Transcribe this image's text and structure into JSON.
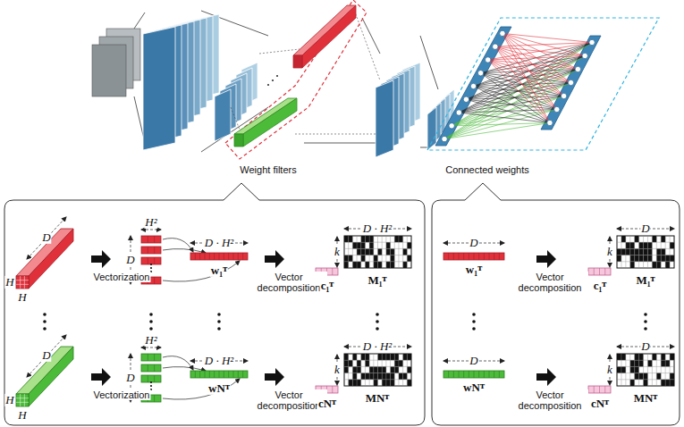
{
  "diagram": {
    "labels": [
      "Weight filters",
      "Connected weights",
      "D",
      "H",
      "H",
      "Vectorization",
      "H²",
      "D",
      "D · H²",
      "w₁ᵀ",
      "Vector decomposition",
      "D · H²",
      "k",
      "c₁ᵀ",
      "M₁ᵀ",
      "D",
      "H",
      "H",
      "Vectorization",
      "H²",
      "D",
      "D · H²",
      "wNᵀ",
      "Vector decomposition",
      "D · H²",
      "k",
      "cNᵀ",
      "MNᵀ",
      "D",
      "w₁ᵀ",
      "Vector decomposition",
      "D",
      "k",
      "c₁ᵀ",
      "M₁ᵀ",
      "D",
      "wNᵀ",
      "Vector decomposition",
      "D",
      "k",
      "cNᵀ",
      "MNᵀ"
    ]
  }
}
